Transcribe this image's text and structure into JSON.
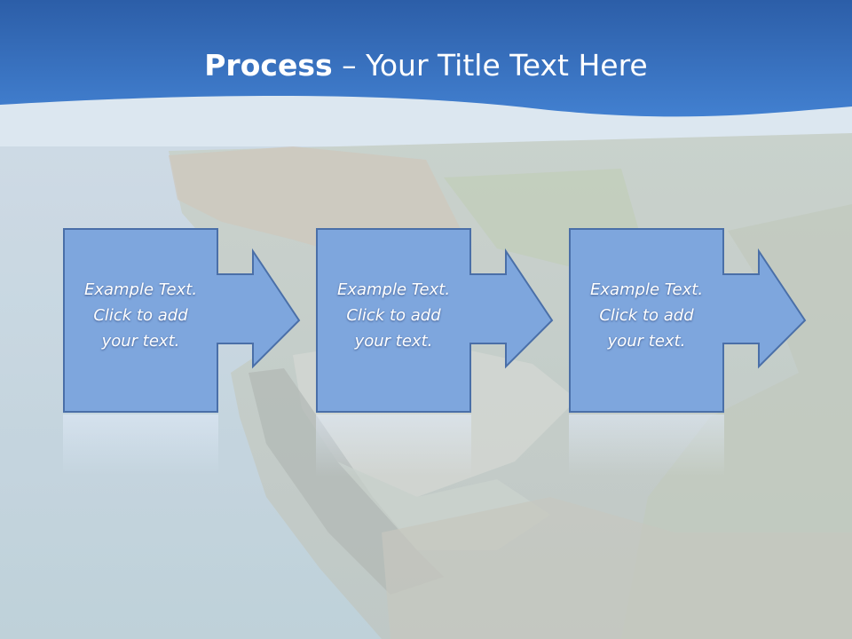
{
  "slide": {
    "title_bold": "Process",
    "title_rest": " – Your Title Text Here"
  },
  "steps": [
    {
      "text": "Example Text.\nClick  to add\nyour text."
    },
    {
      "text": "Example Text.\nClick  to add\nyour text."
    },
    {
      "text": "Example Text.\nClick  to add\nyour text."
    }
  ],
  "colors": {
    "header": "#3a72c4",
    "box_fill": "#7ea6dd",
    "box_border": "#4a6fa8",
    "background_wash": "#c8d6e8"
  }
}
